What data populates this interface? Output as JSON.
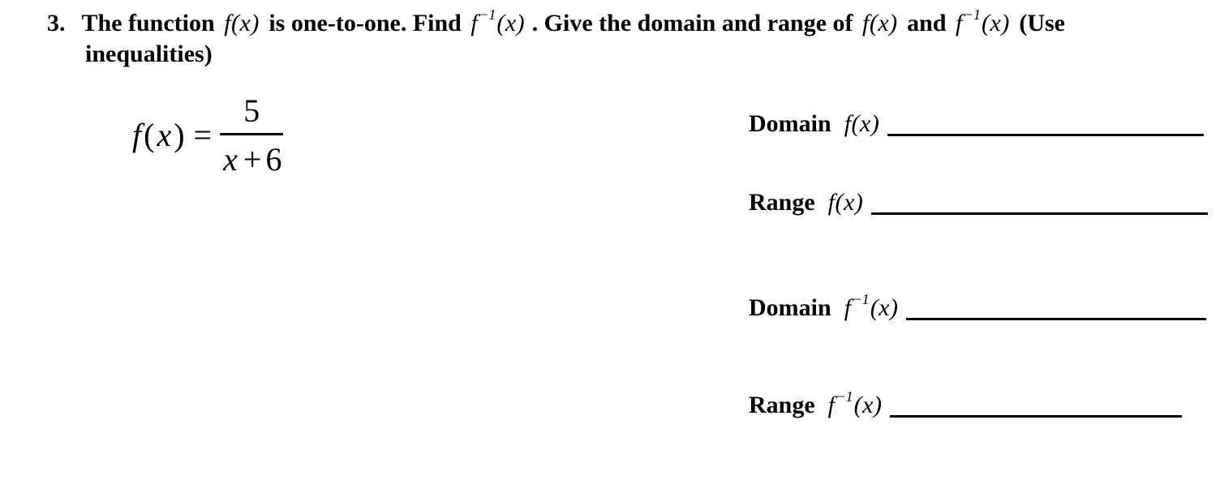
{
  "colors": {
    "text": "#000000",
    "background": "#ffffff",
    "blank_line": "#000000"
  },
  "heading": {
    "number": "3.",
    "t1": "The function",
    "m1": "f(x)",
    "t2": "is one-to-one.  Find",
    "m2_base": "f",
    "m2_sup": "−1",
    "m2_arg": "(x)",
    "t3": ".  Give the domain and range of",
    "m3": "f(x)",
    "t4": "and",
    "m4_base": "f",
    "m4_sup": "−1",
    "m4_arg": "(x)",
    "t5": "(Use",
    "line2": "inequalities)"
  },
  "equation": {
    "f": "f",
    "open": "(",
    "x": "x",
    "close": ")",
    "equals": "=",
    "numerator": "5",
    "den_x": "x",
    "den_plus": "+",
    "den_const": "6"
  },
  "answers": {
    "domain_f": {
      "label": "Domain",
      "base": "f",
      "arg": "(x)"
    },
    "range_f": {
      "label": "Range",
      "base": "f",
      "arg": "(x)"
    },
    "domain_finv": {
      "label": "Domain",
      "base": "f",
      "sup": "−1",
      "arg": "(x)"
    },
    "range_finv": {
      "label": "Range",
      "base": "f",
      "sup": "−1",
      "arg": "(x)"
    }
  }
}
